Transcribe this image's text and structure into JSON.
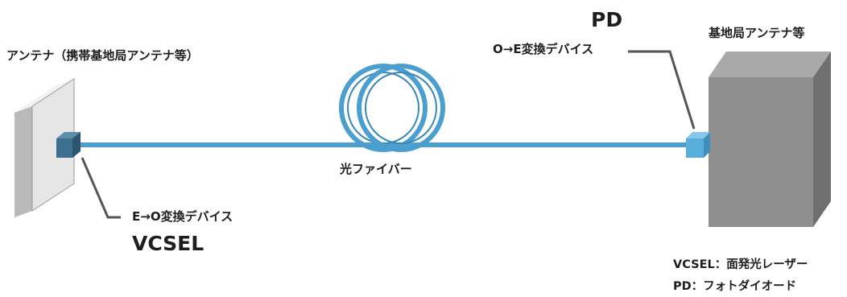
{
  "labels": {
    "antenna_left": "アンテナ（携帯基地局アンテナ等）",
    "antenna_right": "基地局アンテナ等",
    "fiber": "光ファイバー",
    "pd_acronym": "PD",
    "pd_device": "O→E変換デバイス",
    "vcsel_device": "E→O変換デバイス",
    "vcsel_acronym": "VCSEL"
  },
  "legend": {
    "vcsel_line": "VCSEL：面発光レーザー",
    "pd_line": "PD：フォトダイオード"
  },
  "colors": {
    "fiber": "#4a9fd0",
    "fiber_dark": "#3a88b8",
    "fiber_loop_inner": "#ffffff",
    "panel_front": "#e6e6e6",
    "panel_side": "#b9b9b9",
    "panel_top": "#f2f2f2",
    "box_front": "#8f8f8f",
    "box_side": "#6f6f6f",
    "box_top": "#a9a9a9",
    "vcsel_front": "#3d6f8e",
    "vcsel_side": "#2b5570",
    "vcsel_top": "#5d8eab",
    "pd_front": "#5aaedb",
    "pd_side": "#3e8fbd",
    "pd_top": "#86c6e8",
    "leader_line": "#555555"
  }
}
